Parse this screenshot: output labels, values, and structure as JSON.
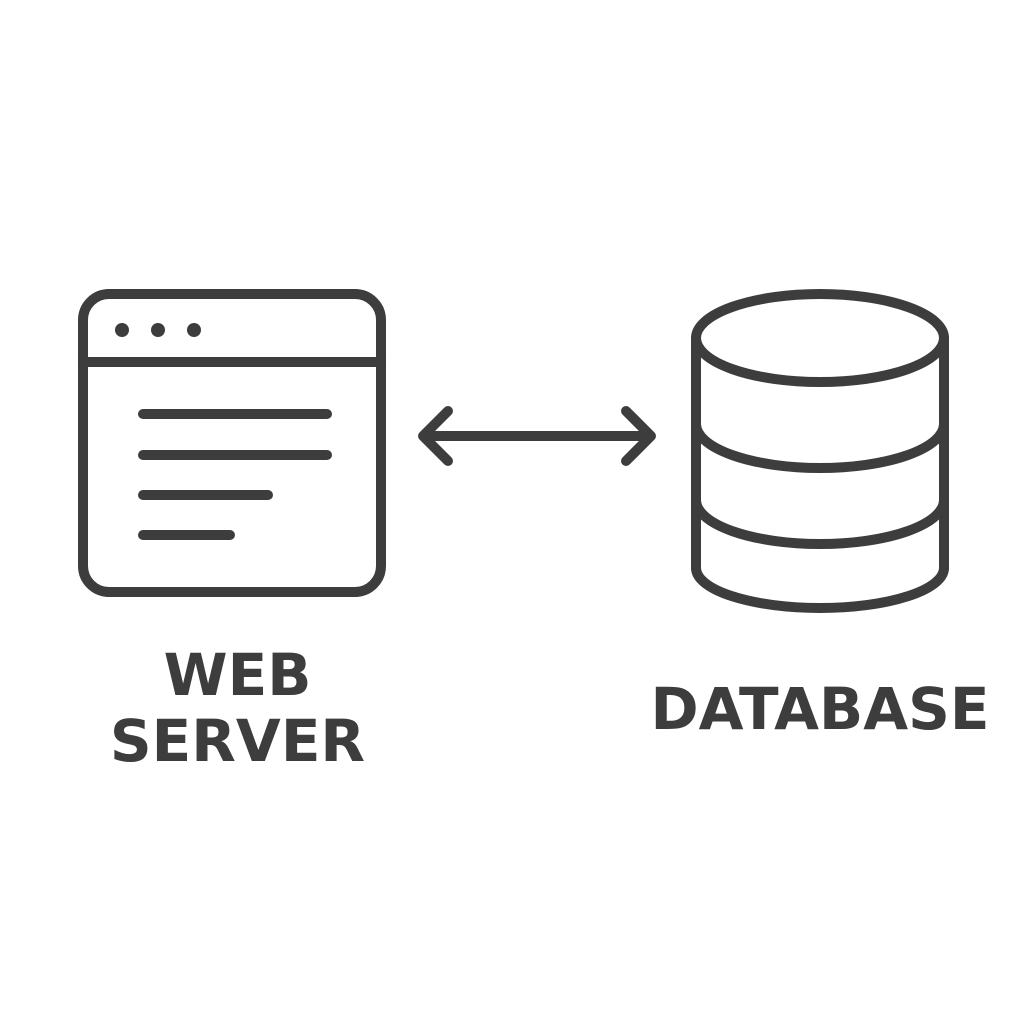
{
  "nodes": {
    "web_server": {
      "label_line1": "WEB",
      "label_line2": "SERVER",
      "icon": "browser-window-icon"
    },
    "database": {
      "label": "DATABASE",
      "icon": "database-cylinder-icon"
    }
  },
  "connector": {
    "type": "bidirectional-arrow",
    "icon": "double-arrow-icon"
  },
  "colors": {
    "ink": "#3d3d3d",
    "background": "#ffffff"
  }
}
